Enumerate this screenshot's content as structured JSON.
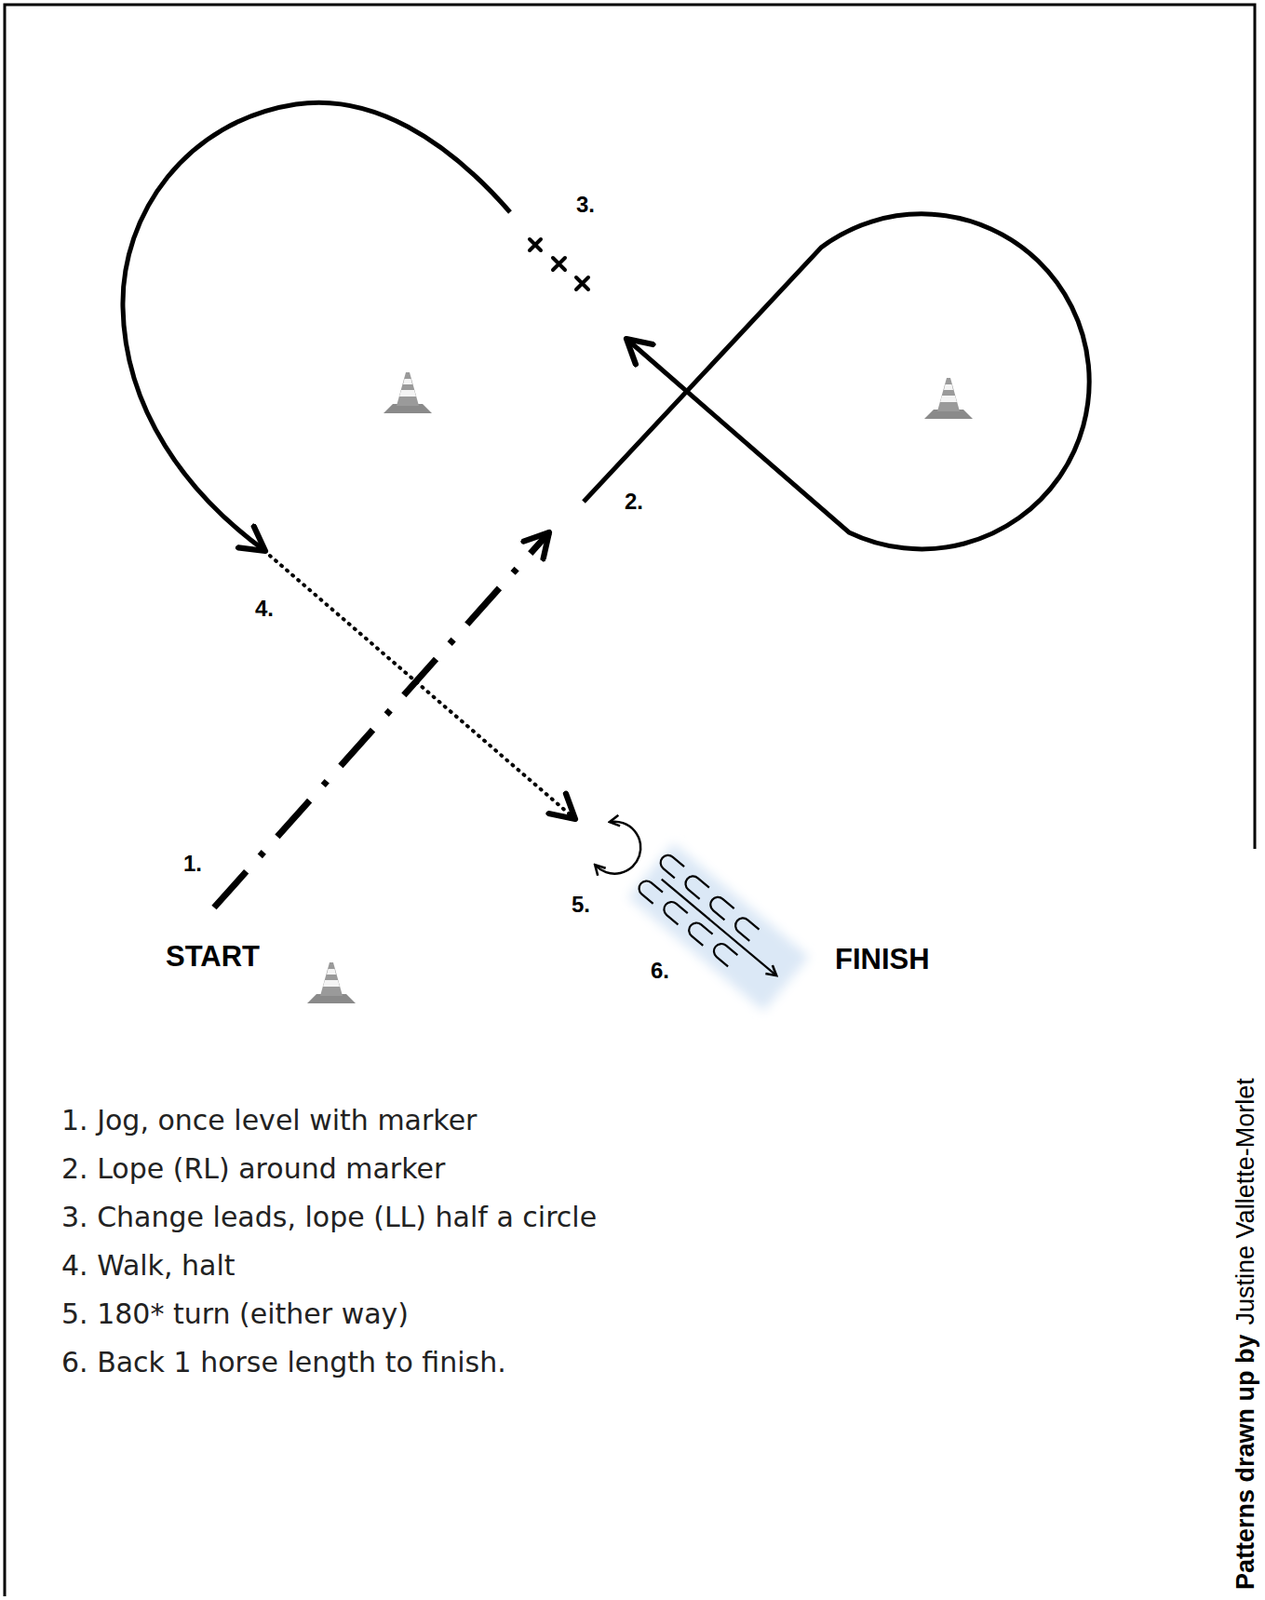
{
  "diagram": {
    "labels": [
      "3.",
      "2.",
      "4.",
      "1.",
      "5.",
      "START",
      "6.",
      "FINISH",
      "1. Jog, once level with marker",
      "2. Lope (RL) around marker",
      "3. Change leads, lope (LL) half a circle",
      "4. Walk, halt",
      "5. 180* turn (either way)",
      "6. Back 1 horse length to finish.",
      "Patterns drawn up by",
      "Justine Vallette-Morlet"
    ]
  }
}
